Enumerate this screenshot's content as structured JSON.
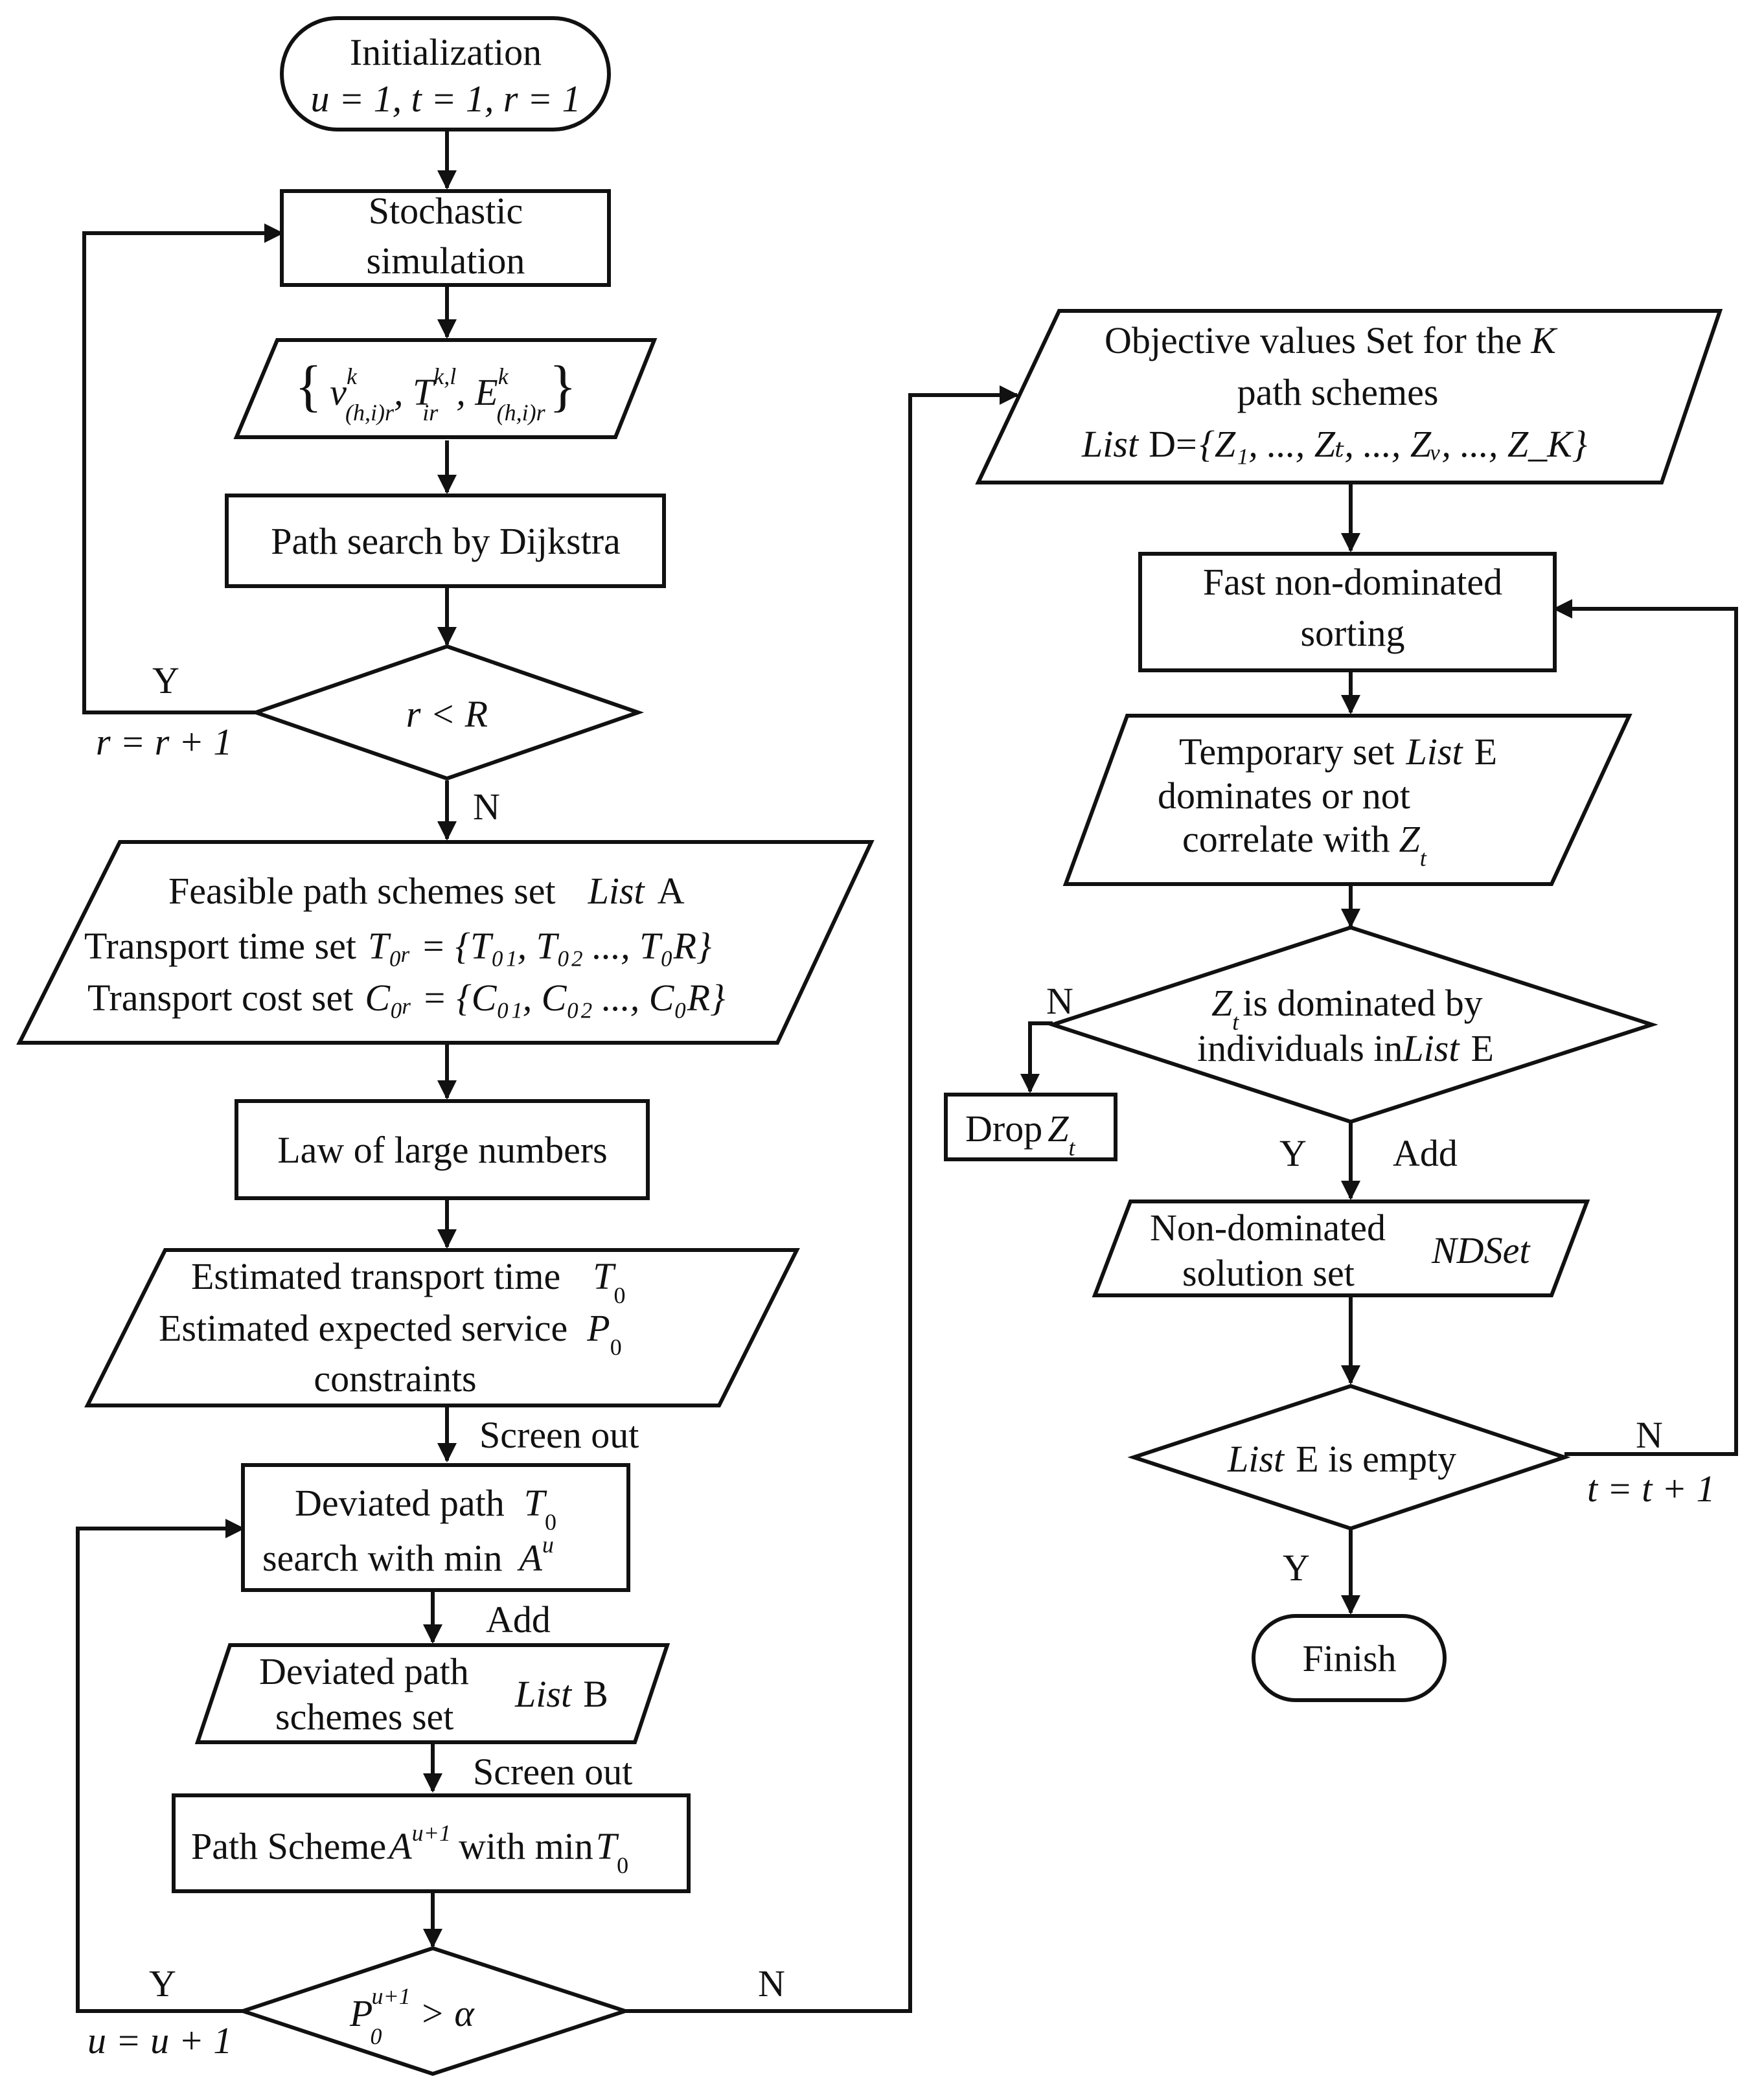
{
  "nodes": {
    "init": {
      "line1": "Initialization",
      "line2": "u = 1, t = 1, r = 1"
    },
    "stochastic": {
      "line1": "Stochastic",
      "line2": "simulation"
    },
    "vars_set": {
      "v": "v",
      "v_sup": "k",
      "v_sub": "(h,i)r",
      "t": "T",
      "t_sup": "k,l",
      "t_sub": "ir",
      "e": "E",
      "e_sup": "k",
      "e_sub": "(h,i)r"
    },
    "dijkstra": {
      "label": "Path search by Dijkstra"
    },
    "r_check": {
      "label": "r < R",
      "yes": "Y",
      "no": "N",
      "update": "r = r + 1"
    },
    "feasible": {
      "line1": "Feasible path schemes set",
      "line1_list": "List",
      "line1_tag": "A",
      "line2": "Transport time set",
      "line2_math": "T₀ᵣ = {T₀₁, T₀₂ ..., T₀R}",
      "line3": "Transport cost set",
      "line3_math": "C₀ᵣ = {C₀₁, C₀₂ ..., C₀R}"
    },
    "large_numbers": {
      "label": "Law of large numbers"
    },
    "estimated": {
      "line1": "Estimated  transport time",
      "line1_math": "T",
      "line1_sub": "0",
      "line2": "Estimated  expected service",
      "line2_math": "P",
      "line2_sub": "0",
      "line3": "constraints"
    },
    "screen_out_1": {
      "label": "Screen out"
    },
    "deviated_search": {
      "line1": "Deviated path",
      "line1_math": "T",
      "line1_sub": "0",
      "line2": "search with min",
      "line2_math": "A",
      "line2_sup": "u"
    },
    "add_1": {
      "label": "Add"
    },
    "deviated_set": {
      "line1": "Deviated path",
      "line2": "schemes set",
      "list": "List",
      "tag": "B"
    },
    "screen_out_2": {
      "label": "Screen out"
    },
    "path_scheme": {
      "prefix": "Path Scheme",
      "math": "A",
      "sup": "u+1",
      "middle": "with min",
      "math2": "T",
      "sub2": "0"
    },
    "p_check": {
      "math": "P",
      "sub": "0",
      "sup": "u+1",
      "rest": "> α",
      "yes": "Y",
      "no": "N",
      "update": "u = u + 1"
    },
    "objective": {
      "line1": "Objective values Set for the",
      "line1_math": "K",
      "line2": "path schemes",
      "line3_list": "List",
      "line3_tag": "D=",
      "line3_math": "{Z₁, ..., Zₜ, ..., Zᵥ, ..., Z_K}"
    },
    "fast_sort": {
      "line1": "Fast non-dominated",
      "line2": "sorting"
    },
    "temp_set": {
      "line1": "Temporary set",
      "line1_list": "List",
      "line1_tag": "E",
      "line2": "dominates or not",
      "line3": "correlate with",
      "line3_math": "Z",
      "line3_sub": "t"
    },
    "dominated_check": {
      "line1_math": "Z",
      "line1_sub": "t",
      "line1": "is dominated by",
      "line2": "individuals in",
      "line2_list": "List",
      "line2_tag": "E",
      "no": "N",
      "yes": "Y",
      "add": "Add"
    },
    "drop": {
      "label": "Drop",
      "math": "Z",
      "sub": "t"
    },
    "ndset": {
      "line1": "Non-dominated",
      "line2": "solution set",
      "tag": "NDSet"
    },
    "empty_check": {
      "list": "List",
      "label": "E  is empty",
      "no": "N",
      "yes": "Y",
      "update": "t = t + 1"
    },
    "finish": {
      "label": "Finish"
    }
  }
}
